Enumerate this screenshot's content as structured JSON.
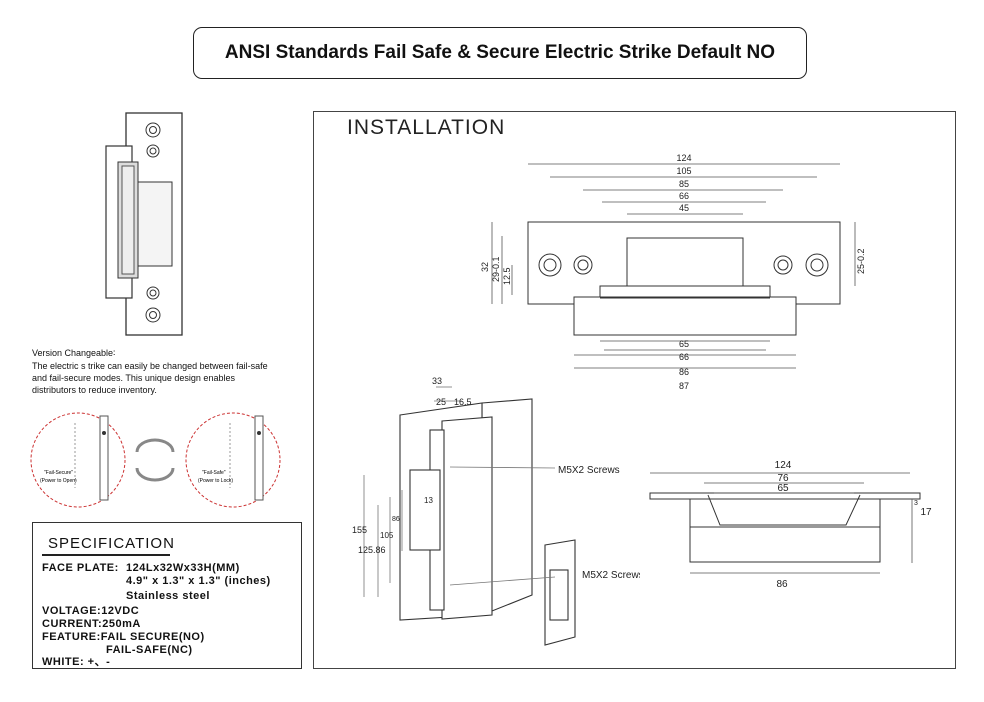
{
  "title": "ANSI Standards Fail Safe & Secure Electric Strike Default NO",
  "installation": {
    "heading": "INSTALLATION",
    "top_view": {
      "widths": [
        "124",
        "105",
        "85",
        "66",
        "45"
      ],
      "heights": [
        "32",
        "29-0.1",
        "12.5"
      ],
      "right_height": "25-0.2",
      "bottom_widths": [
        "65",
        "66",
        "86",
        "87"
      ]
    },
    "side_view": {
      "top_dims": [
        "33",
        "25",
        "16.5"
      ],
      "screws_label_1": "M5X2 Screws",
      "screws_label_2": "M5X2 Screws",
      "vert_dims": [
        "155",
        "125.86",
        "105",
        "86",
        "13"
      ]
    },
    "front_view": {
      "widths": [
        "124",
        "76",
        "65"
      ],
      "height": "17",
      "small": "3",
      "bottom_width": "86"
    }
  },
  "version": {
    "title": "Version Changeable∶",
    "desc": "The electric s trike can easily be changed between fail-safe and fail-secure modes. This unique design enables distributors to reduce inventory.",
    "secure_label_1": "\"Fail-Secure\"",
    "secure_label_2": "(Power to Open)",
    "safe_label_1": "\"Fail-Safe\"",
    "safe_label_2": "(Power to Lock)"
  },
  "specification": {
    "heading": "SPECIFICATION",
    "face_plate_label": "FACE PLATE:",
    "face_plate_mm": "124Lx32Wx33H(MM)",
    "face_plate_in": "4.9\" x 1.3\" x 1.3\" (inches)",
    "material": "Stainless steel",
    "voltage": "VOLTAGE:12VDC",
    "current": "CURRENT:250mA",
    "feature": "FEATURE:FAIL SECURE(NO)",
    "feature2": "FAIL-SAFE(NC)",
    "white": "WHITE: +、-"
  }
}
